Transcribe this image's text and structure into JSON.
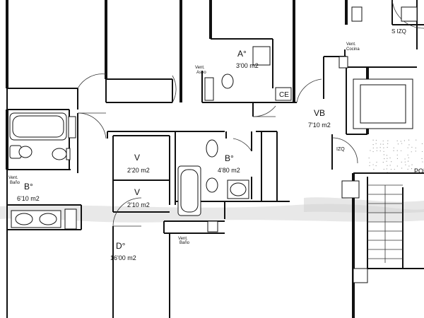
{
  "plan": {
    "colors": {
      "paper": "#ffffff",
      "ink": "#111111",
      "smudge": "#d6d6d6"
    },
    "rooms": {
      "a_bath": {
        "name": "A°",
        "area": "3'00 m2"
      },
      "b_bath_left": {
        "name": "B°",
        "area": "6'10 m2"
      },
      "v_upper": {
        "name": "V",
        "area": "2'20 m2"
      },
      "v_lower": {
        "name": "V",
        "area": "2'10 m2"
      },
      "b_bath_center": {
        "name": "B°",
        "area": "4'80 m2"
      },
      "vb_hall": {
        "name": "VB",
        "area": "7'10 m2"
      },
      "d_bedroom": {
        "name": "D°",
        "area": "16'00 m2"
      }
    },
    "labels": {
      "vent_aseo": [
        "Vent.",
        "Aseo"
      ],
      "vent_bano_left": [
        "Vent.",
        "Baño"
      ],
      "vent_bano_bottom": [
        "Vent.",
        "Baño"
      ],
      "vent_cocina": [
        "Vent.",
        "Cocina"
      ],
      "ce": "CE",
      "s_izq": "S IZQ",
      "izq": "IZQ",
      "por": "POR"
    }
  }
}
